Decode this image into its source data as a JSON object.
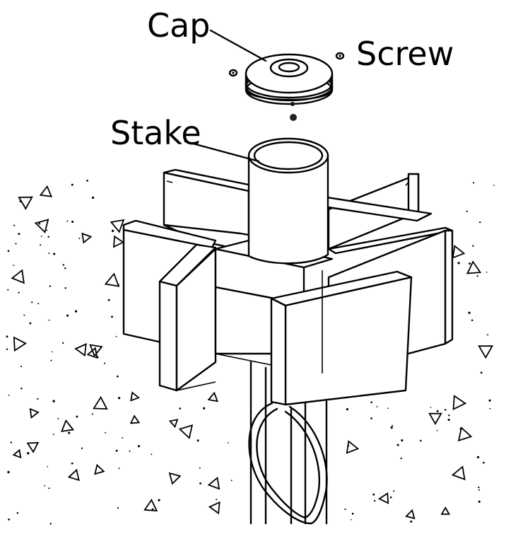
{
  "labels": {
    "cap": "Cap",
    "screw": "Screw",
    "stake": "Stake"
  },
  "parts": [
    "cap",
    "screw",
    "stake",
    "cross-frame",
    "pipe-loop",
    "ground-aggregate"
  ],
  "colors": {
    "line": "#000000",
    "background": "#ffffff"
  }
}
